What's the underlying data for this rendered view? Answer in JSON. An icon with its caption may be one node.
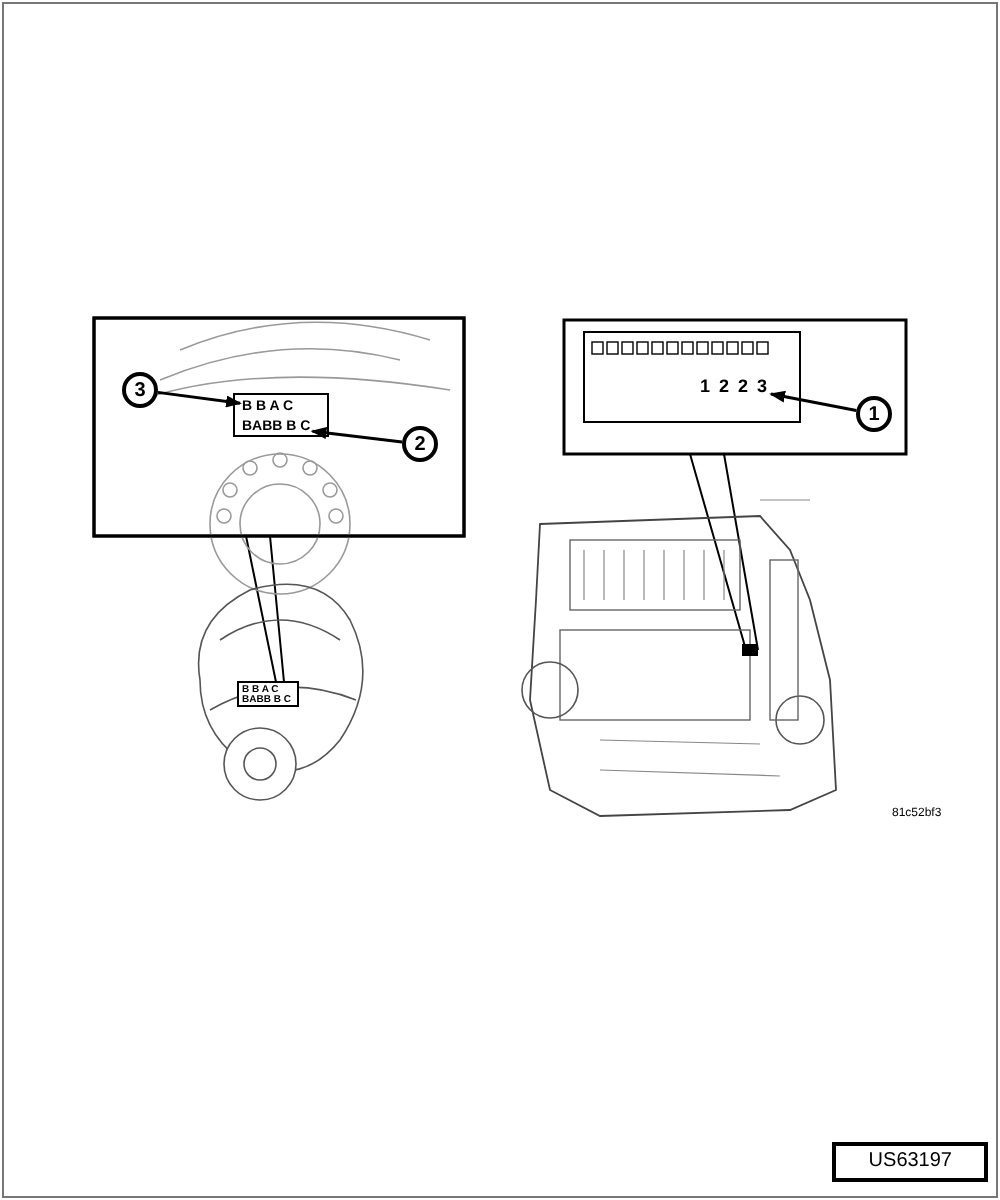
{
  "diagram": {
    "nodes": [
      {
        "text": [
          "3"
        ]
      },
      {
        "text": [
          "B B A C"
        ]
      },
      {
        "text": [
          "2"
        ]
      },
      {
        "text": [
          "BABB B C"
        ]
      },
      {
        "text": [
          "1"
        ]
      },
      {
        "text": [
          "1 2 2 3"
        ]
      }
    ],
    "edges": [
      {
        "from": 0,
        "to": 1,
        "arrow": "to"
      },
      {
        "from": 2,
        "to": 3,
        "arrow": "to"
      },
      {
        "from": 4,
        "to": 5,
        "arrow": "to"
      }
    ],
    "labels": [
      "B B A C",
      "BABB B C",
      "81c52bf3",
      "US63197"
    ]
  }
}
